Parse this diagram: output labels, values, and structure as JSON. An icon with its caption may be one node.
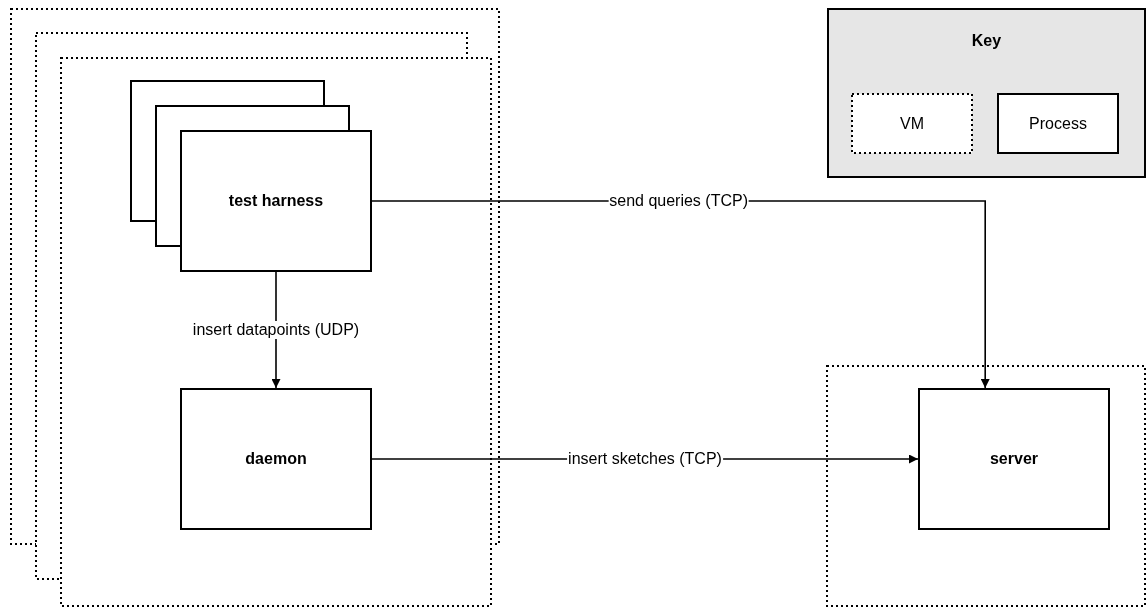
{
  "diagram": {
    "nodes": [
      {
        "text": [],
        "shape": "box"
      },
      {
        "text": [
          "test harness"
        ],
        "in": 0
      },
      {
        "text": [
          "daemon"
        ],
        "in": 0
      },
      {
        "text": [],
        "shape": "box"
      },
      {
        "text": [
          "server"
        ],
        "in": 3
      },
      {
        "text": [
          "Key"
        ]
      },
      {
        "text": [
          "VM"
        ],
        "in": 5
      },
      {
        "text": [
          "Process"
        ],
        "in": 5
      }
    ],
    "edges": [
      {
        "from": 1,
        "to": 4,
        "arrow": "to",
        "label": "send queries (TCP)"
      },
      {
        "from": 1,
        "to": 2,
        "arrow": "to",
        "label": "insert datapoints (UDP)"
      },
      {
        "from": 2,
        "to": 4,
        "arrow": "to",
        "label": "insert sketches (TCP)"
      }
    ]
  }
}
